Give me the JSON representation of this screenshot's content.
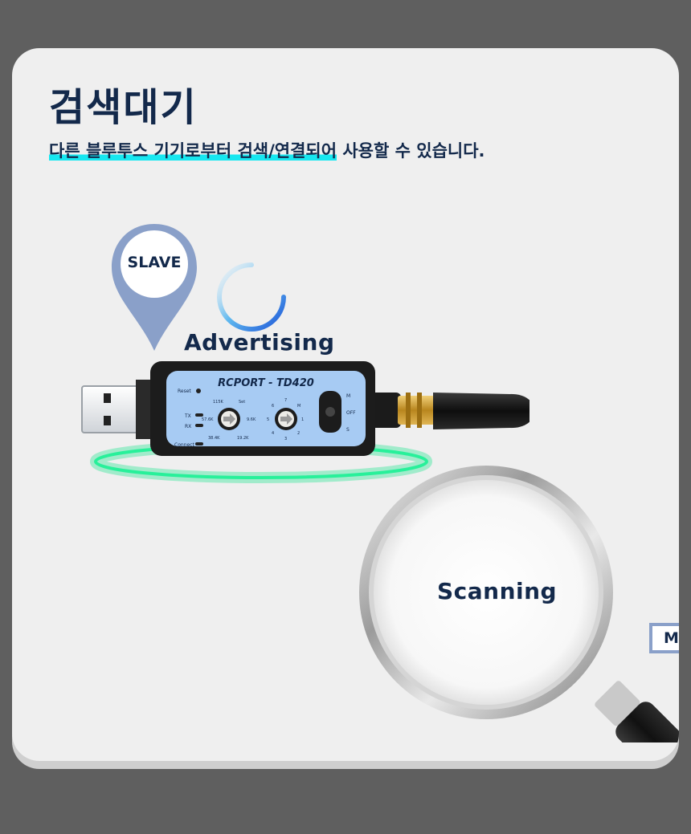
{
  "title": "검색대기",
  "subtitle": {
    "highlight": "다른 블루투스 기기로부터 검색/연결되어",
    "rest": " 사용할 수 있습니다."
  },
  "pin": {
    "label": "SLAVE"
  },
  "advertising_label": "Advertising",
  "scanning_label": "Scanning",
  "master_tag": "M",
  "device": {
    "name": "RCPORT - TD420",
    "reset": "Reset",
    "tx": "TX",
    "rx": "RX",
    "connect": "Connect",
    "baud": {
      "top_left": "115K",
      "top_right": "Set",
      "left": "57.6K",
      "right": "9.6K",
      "bottom_left": "38.4K",
      "bottom_right": "19.2K"
    },
    "channel": {
      "n7": "7",
      "n6": "6",
      "nm": "M",
      "n5": "5",
      "n1": "1",
      "n4": "4",
      "n2": "2",
      "n3": "3"
    },
    "switch": {
      "top": "M",
      "mid": "OFF",
      "bottom": "S"
    }
  },
  "colors": {
    "navy": "#13294b",
    "highlight": "#17e7f0",
    "pin": "#8aa0c9",
    "glow": "#12e58a",
    "panel": "#a7cbf3",
    "spinner": "#1e56d8"
  }
}
